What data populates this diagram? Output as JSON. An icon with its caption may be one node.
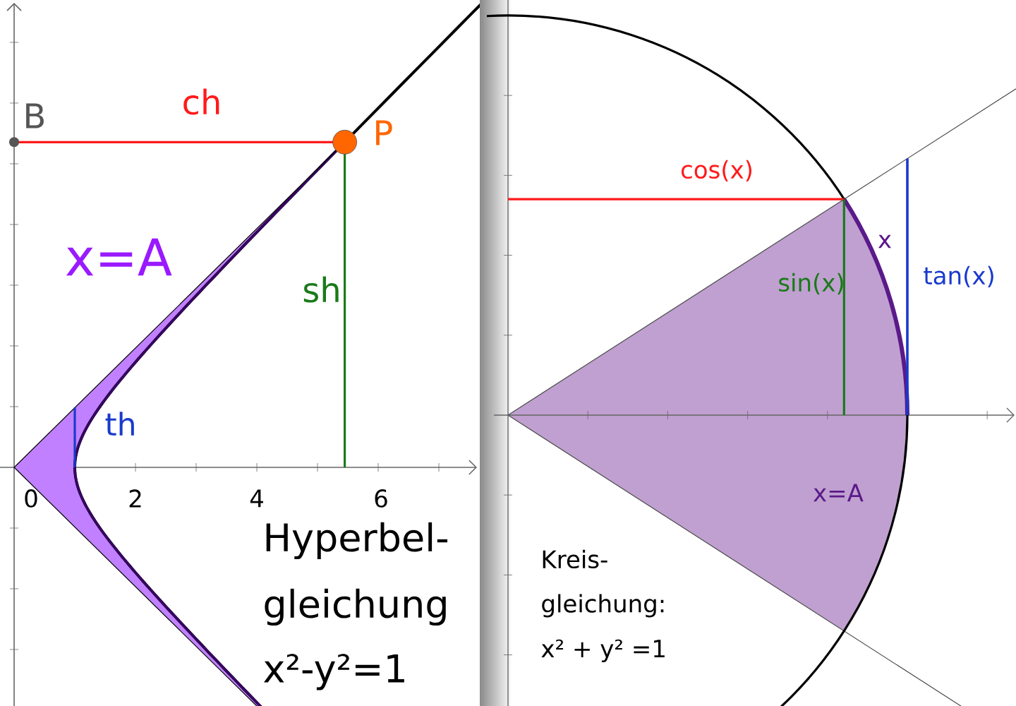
{
  "diagram": {
    "labels": [
      "B",
      "ch",
      "P",
      "x=A",
      "sh",
      "th",
      "0",
      "2",
      "4",
      "6",
      "Hyperbel-",
      "gleichung",
      "x²-y²=1",
      "cos(x)",
      "x",
      "sin(x)",
      "tan(x)",
      "x=A",
      "Kreis-",
      "gleichung:",
      "x² + y² =1"
    ]
  }
}
